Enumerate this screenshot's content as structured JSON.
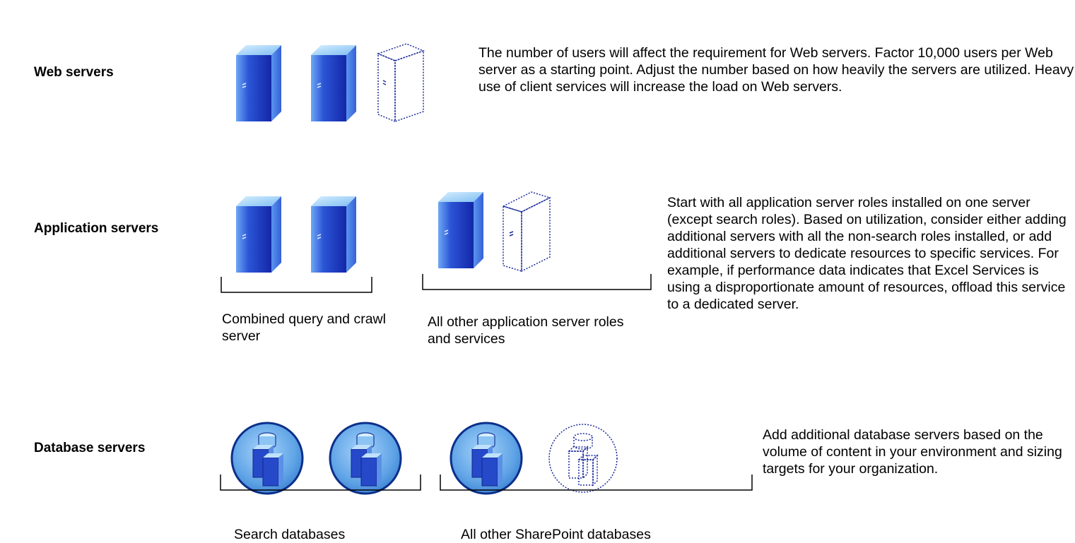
{
  "rows": {
    "web": {
      "label": "Web servers",
      "description": "The number of users will affect the requirement for Web servers. Factor 10,000 users per Web server as a starting point. Adjust the number based on how heavily the servers are utilized. Heavy use of client services will increase the load on Web servers."
    },
    "application": {
      "label": "Application servers",
      "description": "Start with all application server roles installed on one server (except search roles). Based on utilization, consider either adding additional servers with all the non-search roles installed, or add additional servers to dedicate resources to specific services. For example, if performance data indicates that Excel Services is using a disproportionate amount of resources, offload this service to a dedicated server.",
      "groups": [
        {
          "caption": "Combined query and crawl server"
        },
        {
          "caption": "All other application server roles and services"
        }
      ]
    },
    "database": {
      "label": "Database servers",
      "description": "Add additional database servers based on the volume of content in your environment and sizing targets for your organization.",
      "groups": [
        {
          "caption": "Search databases"
        },
        {
          "caption": "All other SharePoint databases"
        }
      ]
    }
  },
  "colors": {
    "server_front_dark": "#1530b8",
    "server_front_light": "#4d86ee",
    "server_top": "#9fd2f8",
    "server_side": "#3f78e6",
    "db_circle_fill": "#6fb1ea",
    "db_circle_stroke": "#0c2f8a",
    "dashed_outline": "#1a2a9a"
  }
}
